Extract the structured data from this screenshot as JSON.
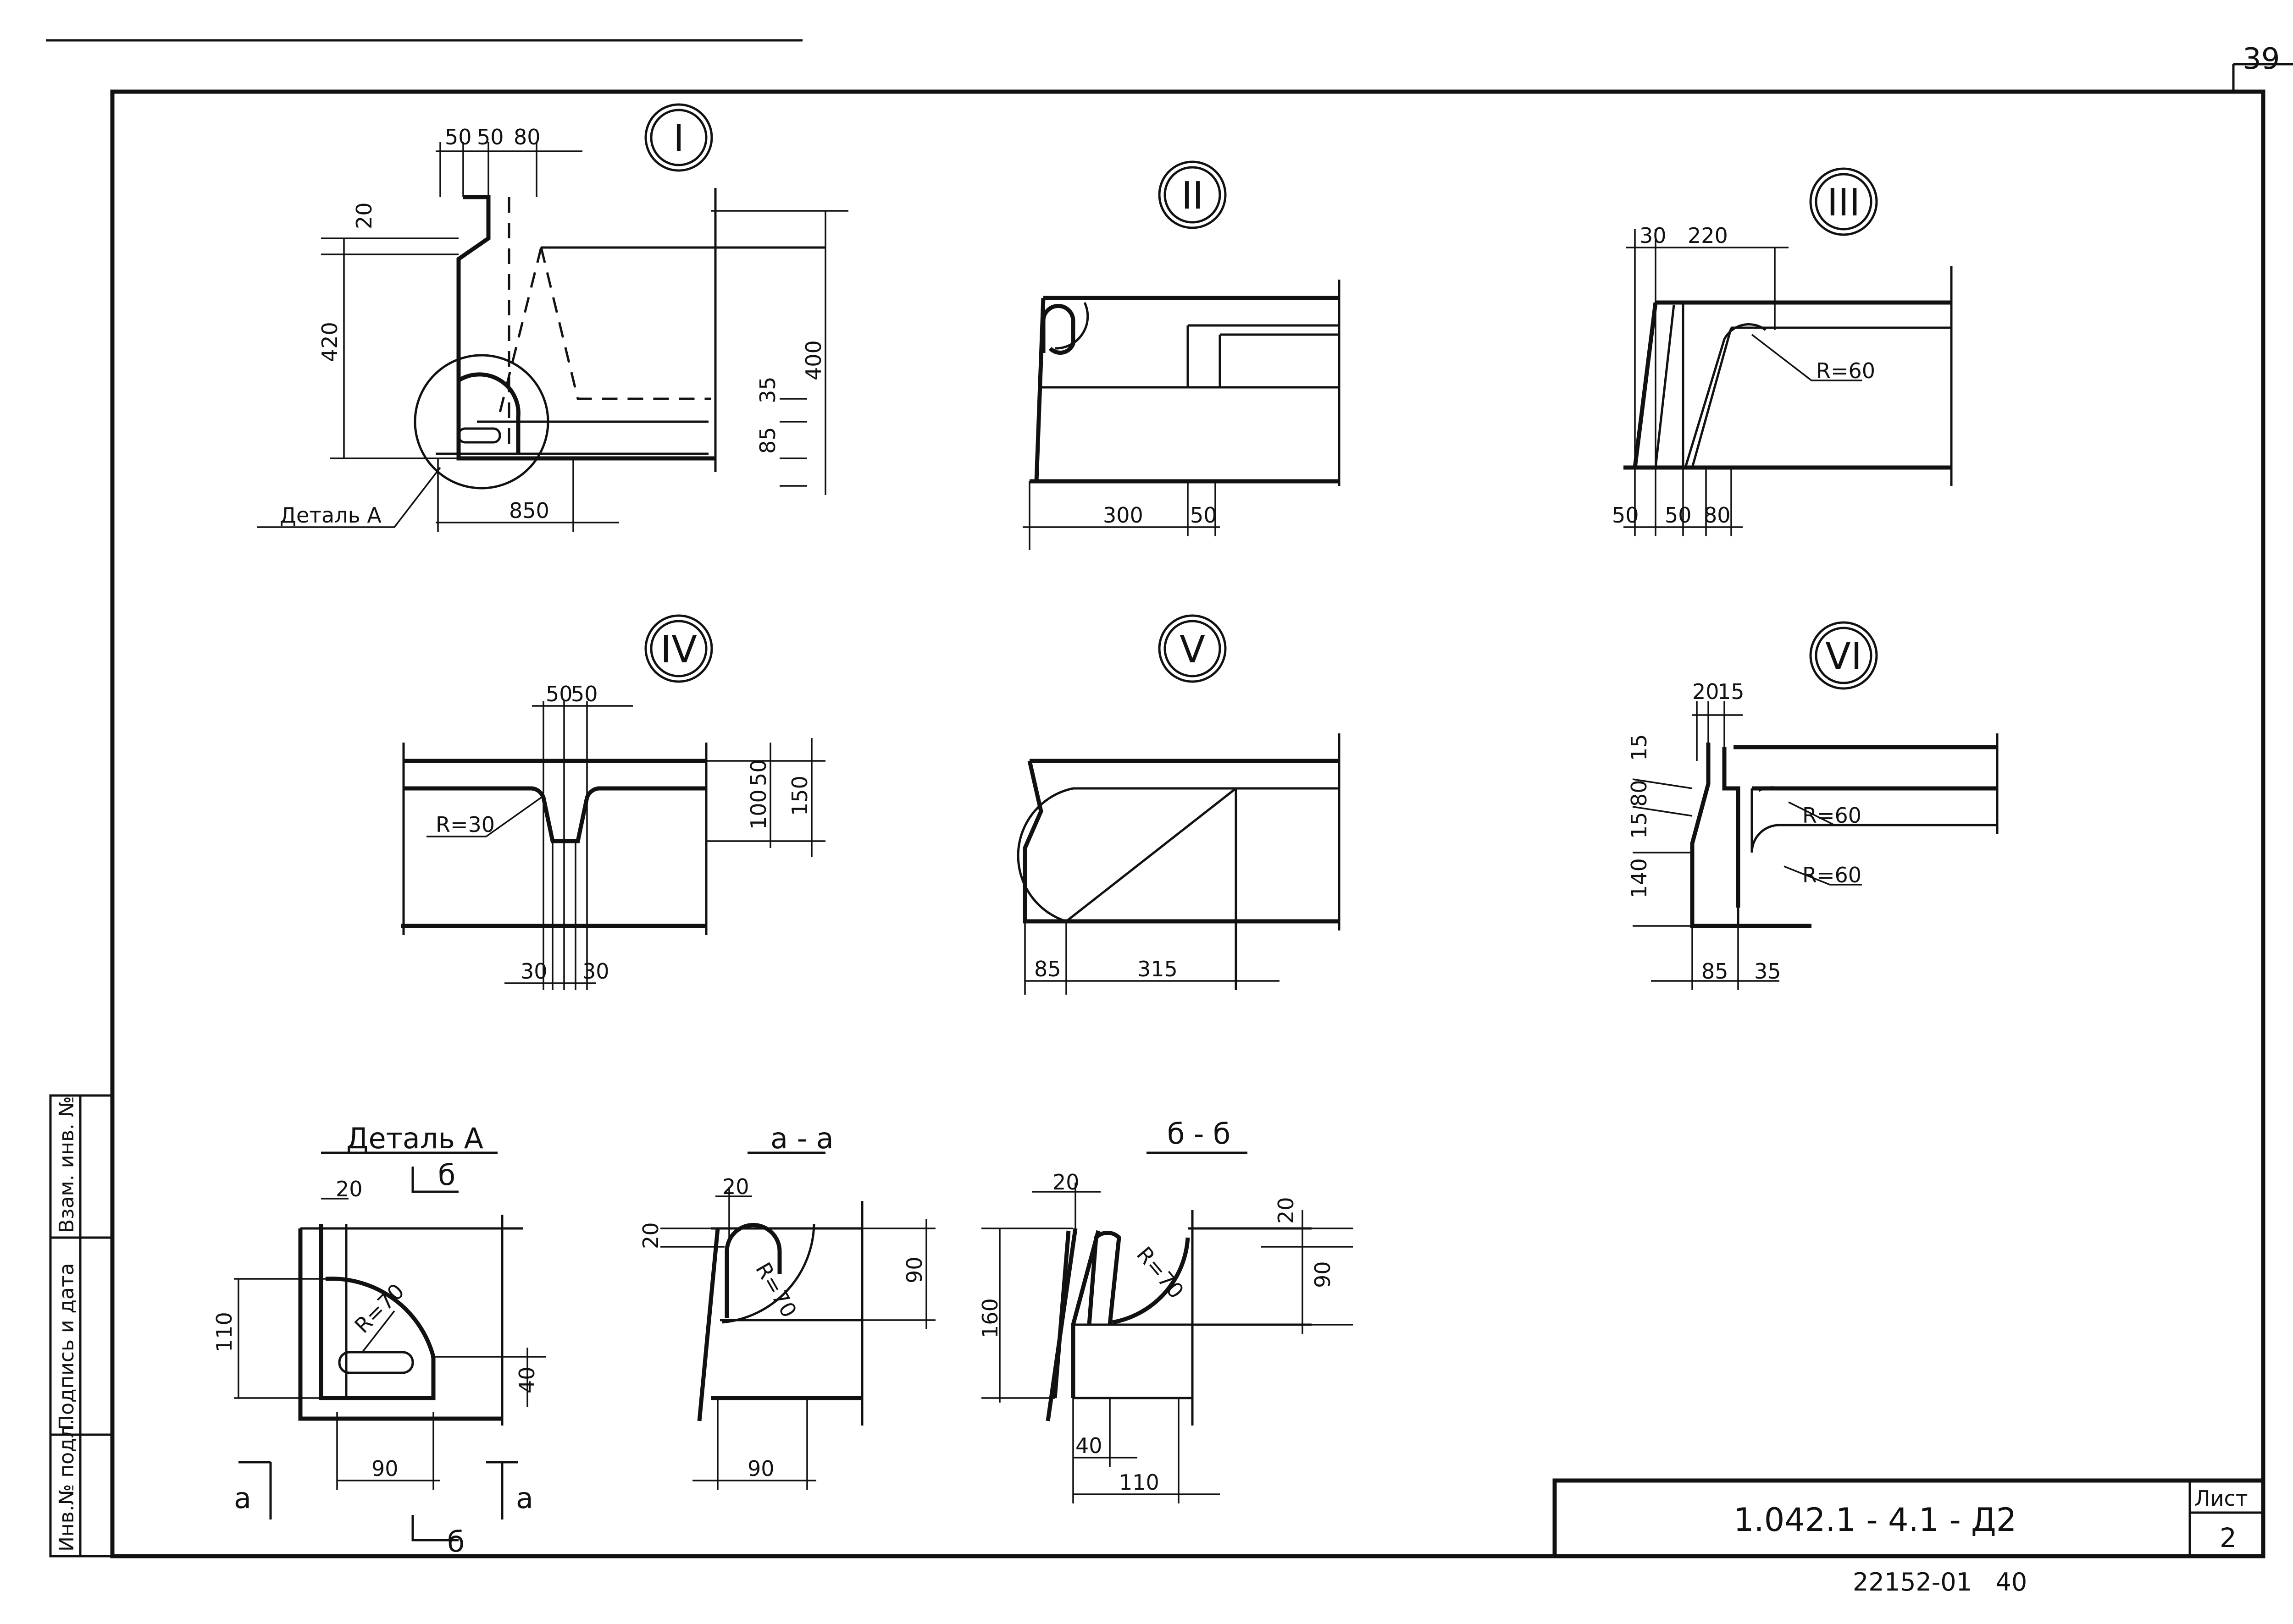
{
  "sheet_number_top": "39",
  "views": {
    "v1": {
      "label": "I",
      "dims": {
        "a": "50",
        "b": "50",
        "c": "80",
        "d": "20",
        "e": "420",
        "f": "400",
        "g": "35",
        "h": "85",
        "i": "850"
      },
      "detail_callout": "Деталь А"
    },
    "v2": {
      "label": "II",
      "dims": {
        "a": "300",
        "b": "50"
      }
    },
    "v3": {
      "label": "III",
      "dims": {
        "a": "30",
        "b": "220",
        "c": "R=60",
        "d": "50",
        "e": "50",
        "f": "80"
      }
    },
    "v4": {
      "label": "IV",
      "dims": {
        "a": "50",
        "b": "50",
        "c": "R=30",
        "d": "100",
        "e": "50",
        "f": "150",
        "g": "30",
        "h": "30"
      }
    },
    "v5": {
      "label": "V",
      "dims": {
        "a": "85",
        "b": "315"
      }
    },
    "v6": {
      "label": "VI",
      "dims": {
        "a": "20",
        "b": "15",
        "c": "15",
        "d": "80",
        "e": "15",
        "f": "140",
        "g": "R=60",
        "h": "R=60",
        "i": "85",
        "j": "35"
      }
    }
  },
  "details": {
    "detail_a": {
      "title": "Деталь А",
      "dims": {
        "a": "20",
        "b": "110",
        "c": "R=70",
        "d": "40",
        "e": "90"
      },
      "cut_a": "а",
      "cut_b": "б"
    },
    "section_aa": {
      "title": "а - а",
      "dims": {
        "a": "20",
        "b": "20",
        "c": "R=70",
        "d": "90",
        "e": "90"
      }
    },
    "section_bb": {
      "title": "б - б",
      "dims": {
        "a": "20",
        "b": "R=70",
        "c": "160",
        "d": "20",
        "e": "90",
        "f": "40",
        "g": "110"
      }
    }
  },
  "side_stamp": {
    "cells": [
      "Инв.№ подл.",
      "Подпись и дата",
      "Взам. инв. №"
    ]
  },
  "title_block": {
    "code": "1.042.1 - 4.1 - Д2",
    "sheet_label": "Лист",
    "sheet_number": "2"
  },
  "bottom_note": "22152-01   40"
}
